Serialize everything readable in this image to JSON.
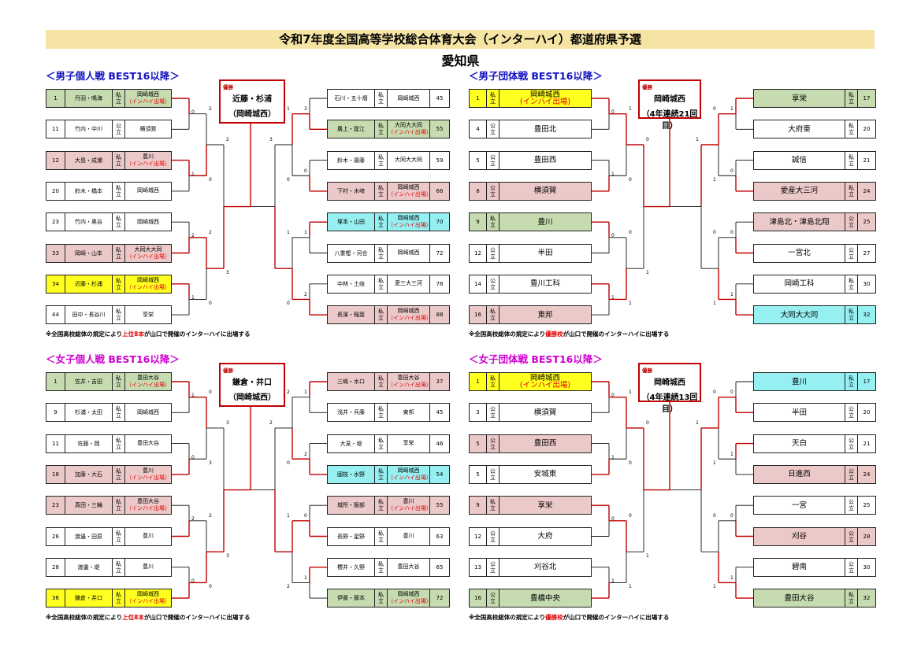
{
  "title": "令和7年度全国高等学校総合体育大会（インターハイ）都道府県予選",
  "prefecture": "愛知県",
  "colors": {
    "green": "#c6dbb0",
    "pink": "#ecc9c9",
    "yellow": "#ffff20",
    "cyan": "#96f0f2",
    "line": "#c00000",
    "title_bg": "#f6e4a4"
  },
  "sections": {
    "boys_ind": {
      "title": "＜男子個人戦 BEST16以降＞",
      "champion_label": "優勝",
      "champion_names": "近藤・杉浦",
      "champion_school": "（岡崎城西）",
      "note_pre": "※全国高校総体の規定により",
      "note_red": "上位8本",
      "note_post": "が山口で開催のインターハイに出場する",
      "left": [
        {
          "seed": "1",
          "names": "丹羽・鳴海",
          "type": "私立",
          "school": "岡崎城西",
          "q": "（インハイ出場）",
          "color": "g"
        },
        {
          "seed": "11",
          "names": "竹内・中川",
          "type": "公立",
          "school": "横須賀",
          "q": "",
          "color": ""
        },
        {
          "seed": "12",
          "names": "大島・成瀬",
          "type": "私立",
          "school": "豊川",
          "q": "（インハイ出場）",
          "color": "p"
        },
        {
          "seed": "20",
          "names": "鈴木・橋本",
          "type": "私立",
          "school": "岡崎城西",
          "q": "",
          "color": ""
        },
        {
          "seed": "23",
          "names": "竹内・奥谷",
          "type": "私立",
          "school": "岡崎城西",
          "q": "",
          "color": ""
        },
        {
          "seed": "33",
          "names": "岡崎・山本",
          "type": "私立",
          "school": "大同大大同",
          "q": "（インハイ出場）",
          "color": "p"
        },
        {
          "seed": "34",
          "names": "近藤・杉浦",
          "type": "私立",
          "school": "岡崎城西",
          "q": "（インハイ出場）",
          "color": "y"
        },
        {
          "seed": "44",
          "names": "田中・長谷川",
          "type": "私立",
          "school": "享栄",
          "q": "",
          "color": ""
        }
      ],
      "right": [
        {
          "seed": "45",
          "names": "石川・五十畑",
          "type": "私立",
          "school": "岡崎城西",
          "q": "",
          "color": ""
        },
        {
          "seed": "55",
          "names": "農上・筵江",
          "type": "私立",
          "school": "大同大大同",
          "q": "（インハイ出場）",
          "color": "g"
        },
        {
          "seed": "59",
          "names": "鈴木・齋藤",
          "type": "私立",
          "school": "大同大大同",
          "q": "",
          "color": ""
        },
        {
          "seed": "66",
          "names": "下村・木﨑",
          "type": "私立",
          "school": "岡崎城西",
          "q": "（インハイ出場）",
          "color": "p"
        },
        {
          "seed": "70",
          "names": "塚本・山田",
          "type": "私立",
          "school": "岡崎城西",
          "q": "（インハイ出場）",
          "color": "c"
        },
        {
          "seed": "72",
          "names": "八重樫・河合",
          "type": "私立",
          "school": "岡崎城西",
          "q": "",
          "color": ""
        },
        {
          "seed": "78",
          "names": "中林・土岐",
          "type": "私立",
          "school": "愛三大三河",
          "q": "",
          "color": ""
        },
        {
          "seed": "88",
          "names": "長濱・稲葉",
          "type": "私立",
          "school": "岡崎城西",
          "q": "（インハイ出場）",
          "color": "p"
        }
      ],
      "scores_left": [
        "0",
        "1",
        "2",
        "1",
        "2",
        "0",
        "2",
        "0",
        "2",
        "3"
      ],
      "scores_right": [
        "3",
        "0",
        "1",
        "2",
        "1",
        "0",
        "1",
        "0",
        "3"
      ]
    },
    "boys_team": {
      "title": "＜男子団体戦 BEST16以降＞",
      "champion_label": "優勝",
      "champion_names": "岡崎城西",
      "champion_school": "（4年連続21回目）",
      "note_pre": "※全国高校総体の規定により",
      "note_red": "優勝校",
      "note_post": "が山口で開催のインターハイに出場する",
      "left": [
        {
          "seed": "1",
          "type": "私立",
          "school": "岡崎城西",
          "q": "(インハイ出場)",
          "color": "y"
        },
        {
          "seed": "4",
          "type": "公立",
          "school": "豊田北",
          "q": "",
          "color": ""
        },
        {
          "seed": "5",
          "type": "公立",
          "school": "豊田西",
          "q": "",
          "color": ""
        },
        {
          "seed": "8",
          "type": "公立",
          "school": "横須賀",
          "q": "",
          "color": "p"
        },
        {
          "seed": "9",
          "type": "私立",
          "school": "豊川",
          "q": "",
          "color": "g"
        },
        {
          "seed": "12",
          "type": "公立",
          "school": "半田",
          "q": "",
          "color": ""
        },
        {
          "seed": "14",
          "type": "公立",
          "school": "豊川工科",
          "q": "",
          "color": ""
        },
        {
          "seed": "16",
          "type": "私立",
          "school": "東邦",
          "q": "",
          "color": "p"
        }
      ],
      "right": [
        {
          "seed": "17",
          "type": "私立",
          "school": "享栄",
          "color": "g"
        },
        {
          "seed": "20",
          "type": "私立",
          "school": "大府東",
          "color": ""
        },
        {
          "seed": "21",
          "type": "私立",
          "school": "誠信",
          "color": ""
        },
        {
          "seed": "24",
          "type": "私立",
          "school": "愛産大三河",
          "color": "p"
        },
        {
          "seed": "25",
          "type": "公立",
          "school": "津島北・津島北翔",
          "color": "p"
        },
        {
          "seed": "27",
          "type": "公立",
          "school": "一宮北",
          "color": ""
        },
        {
          "seed": "30",
          "type": "私立",
          "school": "岡崎工科",
          "color": ""
        },
        {
          "seed": "32",
          "type": "私立",
          "school": "大同大大同",
          "color": "c"
        }
      ],
      "scores_left": [
        "0",
        "1",
        "0",
        "1",
        "1",
        "0",
        "0",
        "1",
        "0",
        "1"
      ],
      "scores_right": [
        "1",
        "0",
        "0",
        "1",
        "0",
        "1",
        "0",
        "1",
        "1"
      ]
    },
    "girls_ind": {
      "title": "＜女子個人戦 BEST16以降＞",
      "champion_label": "優勝",
      "champion_names": "鎌倉・井口",
      "champion_school": "（岡崎城西）",
      "note_pre": "※全国高校総体の規定により",
      "note_red": "上位8本",
      "note_post": "が山口で開催のインターハイに出場する",
      "left": [
        {
          "seed": "1",
          "names": "笠井・吉田",
          "type": "私立",
          "school": "豊田大谷",
          "q": "（インハイ出場）",
          "color": "g"
        },
        {
          "seed": "9",
          "names": "杉浦・太田",
          "type": "私立",
          "school": "岡崎城西",
          "q": "",
          "color": ""
        },
        {
          "seed": "11",
          "names": "佐藤・岡",
          "type": "私立",
          "school": "豊田大谷",
          "q": "",
          "color": ""
        },
        {
          "seed": "18",
          "names": "加藤・大石",
          "type": "私立",
          "school": "豊川",
          "q": "（インハイ出場）",
          "color": "p"
        },
        {
          "seed": "23",
          "names": "真田・三輪",
          "type": "私立",
          "school": "豊田大谷",
          "q": "（インハイ出場）",
          "color": "p"
        },
        {
          "seed": "26",
          "names": "渡邊・田原",
          "type": "私立",
          "school": "豊川",
          "q": "",
          "color": ""
        },
        {
          "seed": "28",
          "names": "渡邊・堤",
          "type": "私立",
          "school": "豊川",
          "q": "",
          "color": ""
        },
        {
          "seed": "36",
          "names": "鎌倉・井口",
          "type": "私立",
          "school": "岡崎城西",
          "q": "（インハイ出場）",
          "color": "y"
        }
      ],
      "right": [
        {
          "seed": "37",
          "names": "三嶋・水口",
          "type": "私立",
          "school": "豊田大谷",
          "q": "（インハイ出場）",
          "color": "p"
        },
        {
          "seed": "45",
          "names": "浅井・兵藤",
          "type": "私立",
          "school": "東邦",
          "q": "",
          "color": ""
        },
        {
          "seed": "46",
          "names": "大見・堤",
          "type": "私立",
          "school": "享栄",
          "q": "",
          "color": ""
        },
        {
          "seed": "54",
          "names": "國枝・水野",
          "type": "私立",
          "school": "岡崎城西",
          "q": "（インハイ出場）",
          "color": "c"
        },
        {
          "seed": "55",
          "names": "城所・服部",
          "type": "私立",
          "school": "豊川",
          "q": "（インハイ出場）",
          "color": "p"
        },
        {
          "seed": "63",
          "names": "長野・星野",
          "type": "私立",
          "school": "豊川",
          "q": "",
          "color": ""
        },
        {
          "seed": "65",
          "names": "櫻井・久野",
          "type": "私立",
          "school": "豊田大谷",
          "q": "",
          "color": ""
        },
        {
          "seed": "72",
          "names": "伊藤・藤本",
          "type": "私立",
          "school": "岡崎城西",
          "q": "（インハイ出場）",
          "color": "g"
        }
      ],
      "scores_left": [
        "1",
        "0",
        "2",
        "0",
        "0",
        "3",
        "2",
        "0",
        "3",
        "3"
      ],
      "scores_right": [
        "1",
        "2",
        "0",
        "1",
        "2",
        "0",
        "1",
        "2",
        "2"
      ]
    },
    "girls_team": {
      "title": "＜女子団体戦 BEST16以降＞",
      "champion_label": "優勝",
      "champion_names": "岡崎城西",
      "champion_school": "（4年連続13回目）",
      "note_pre": "※全国高校総体の規定により",
      "note_red": "優勝校",
      "note_post": "が山口で開催のインターハイに出場する",
      "left": [
        {
          "seed": "1",
          "type": "私立",
          "school": "岡崎城西",
          "q": "(インハイ出場)",
          "color": "y"
        },
        {
          "seed": "3",
          "type": "公立",
          "school": "横須賀",
          "q": "",
          "color": ""
        },
        {
          "seed": "5",
          "type": "公立",
          "school": "豊田西",
          "q": "",
          "color": "p"
        },
        {
          "seed": "5",
          "type": "公立",
          "school": "安城東",
          "q": "",
          "color": ""
        },
        {
          "seed": "9",
          "type": "私立",
          "school": "享栄",
          "q": "",
          "color": "p"
        },
        {
          "seed": "12",
          "type": "公立",
          "school": "大府",
          "q": "",
          "color": ""
        },
        {
          "seed": "13",
          "type": "公立",
          "school": "刈谷北",
          "q": "",
          "color": ""
        },
        {
          "seed": "16",
          "type": "公立",
          "school": "豊橋中央",
          "q": "",
          "color": "g"
        }
      ],
      "right": [
        {
          "seed": "17",
          "type": "私立",
          "school": "豊川",
          "color": "c"
        },
        {
          "seed": "20",
          "type": "公立",
          "school": "半田",
          "color": ""
        },
        {
          "seed": "21",
          "type": "公立",
          "school": "天白",
          "color": ""
        },
        {
          "seed": "24",
          "type": "公立",
          "school": "日進西",
          "color": "p"
        },
        {
          "seed": "25",
          "type": "公立",
          "school": "一宮",
          "color": ""
        },
        {
          "seed": "28",
          "type": "公立",
          "school": "刈谷",
          "color": "p"
        },
        {
          "seed": "30",
          "type": "公立",
          "school": "碧南",
          "color": ""
        },
        {
          "seed": "32",
          "type": "私立",
          "school": "豊田大谷",
          "color": "g"
        }
      ],
      "scores_left": [
        "0",
        "1",
        "0",
        "1",
        "1",
        "0",
        "0",
        "1",
        "0",
        "1"
      ],
      "scores_right": [
        "0",
        "1",
        "0",
        "1",
        "0",
        "1",
        "0",
        "1",
        "1"
      ]
    }
  }
}
